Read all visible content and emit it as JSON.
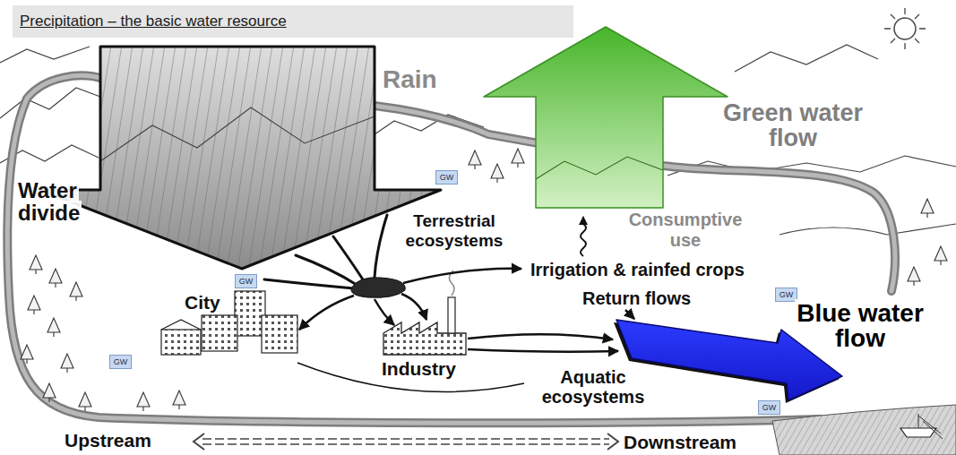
{
  "diagram": {
    "title": "Precipitation – the basic water resource",
    "nodes": [
      {
        "text": [
          "Rain"
        ]
      },
      {
        "text": [
          "Green water flow"
        ]
      },
      {
        "text": [
          "GW"
        ]
      },
      {
        "text": [
          "GW"
        ]
      },
      {
        "text": [
          "GW"
        ]
      },
      {
        "text": [
          "Blue water flow"
        ]
      },
      {
        "text": [
          "GW"
        ]
      },
      {
        "text": [
          "GW"
        ]
      }
    ],
    "labels": [
      "Water divide",
      "Terrestrial ecosystems",
      "Consumptive use",
      "Irrigation & rainfed crops",
      "Return flows",
      "City",
      "Industry",
      "Aquatic ecosystems",
      "Upstream",
      "Downstream"
    ]
  }
}
